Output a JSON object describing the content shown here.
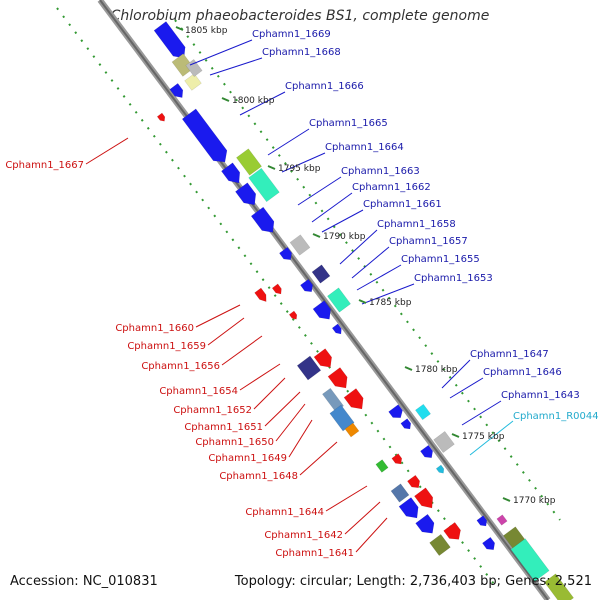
{
  "title": "Chlorobium phaeobacteroides BS1, complete genome",
  "footer": {
    "accession": "Accession: NC_010831",
    "topology": "Topology: circular; Length: 2,736,403 bp; Genes: 2,521"
  },
  "kbp_labels": [
    "1805 kbp",
    "1800 kbp",
    "1795 kbp",
    "1790 kbp",
    "1785 kbp",
    "1780 kbp",
    "1775 kbp",
    "1770 kbp"
  ],
  "genes_right_blue": [
    "Cphamn1_1669",
    "Cphamn1_1668",
    "Cphamn1_1666",
    "Cphamn1_1665",
    "Cphamn1_1664",
    "Cphamn1_1663",
    "Cphamn1_1662",
    "Cphamn1_1661",
    "Cphamn1_1658",
    "Cphamn1_1657",
    "Cphamn1_1655",
    "Cphamn1_1653",
    "Cphamn1_1647",
    "Cphamn1_1646",
    "Cphamn1_1643"
  ],
  "gene_rna": "Cphamn1_R0044",
  "genes_left_red": [
    "Cphamn1_1667",
    "Cphamn1_1660",
    "Cphamn1_1659",
    "Cphamn1_1656",
    "Cphamn1_1654",
    "Cphamn1_1652",
    "Cphamn1_1651",
    "Cphamn1_1650",
    "Cphamn1_1649",
    "Cphamn1_1648",
    "Cphamn1_1644",
    "Cphamn1_1642",
    "Cphamn1_1641"
  ],
  "colors": {
    "forward_strand": "#1a1aee",
    "reverse_strand": "#ee1111",
    "rna": "#22bbdd",
    "backbone": "#888888",
    "tick": "#338833",
    "kbp_text": "#222222"
  }
}
